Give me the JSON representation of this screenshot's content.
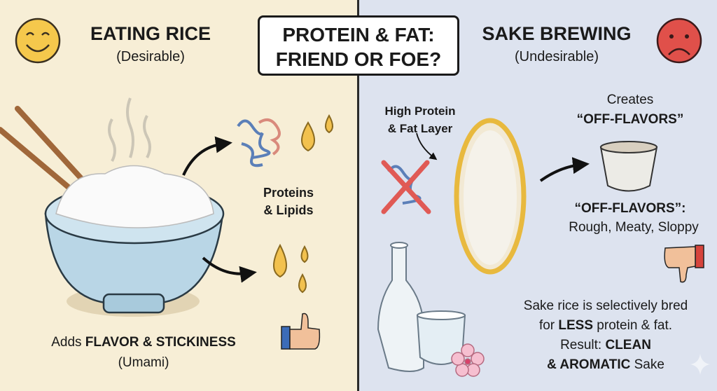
{
  "title": {
    "line1": "PROTEIN & FAT:",
    "line2": "FRIEND OR FOE?"
  },
  "left": {
    "heading": "EATING RICE",
    "subheading": "(Desirable)",
    "components_label_line1": "Proteins",
    "components_label_line2": "& Lipids",
    "effect_prefix": "Adds ",
    "effect_bold": "FLAVOR & STICKINESS",
    "effect_note": "(Umami)"
  },
  "right": {
    "heading": "SAKE BREWING",
    "subheading": "(Undesirable)",
    "layer_label_line1": "High Protein",
    "layer_label_line2": "& Fat Layer",
    "creates_label": "Creates",
    "creates_bold": "“OFF-FLAVORS”",
    "offflavors_title": "“OFF-FLAVORS”:",
    "offflavors_desc": "Rough, Meaty, Sloppy",
    "summary_line1": "Sake rice is selectively bred",
    "summary_line2_pre": "for ",
    "summary_line2_bold": "LESS",
    "summary_line2_post": " protein & fat.",
    "summary_line3_pre": "Result: ",
    "summary_line3_bold": "CLEAN",
    "summary_line4_bold": "& AROMATIC",
    "summary_line4_post": " Sake"
  },
  "colors": {
    "left_bg": "#f7eed6",
    "right_bg": "#dde3ef",
    "happy": "#f5c84c",
    "sad": "#e0504a"
  }
}
